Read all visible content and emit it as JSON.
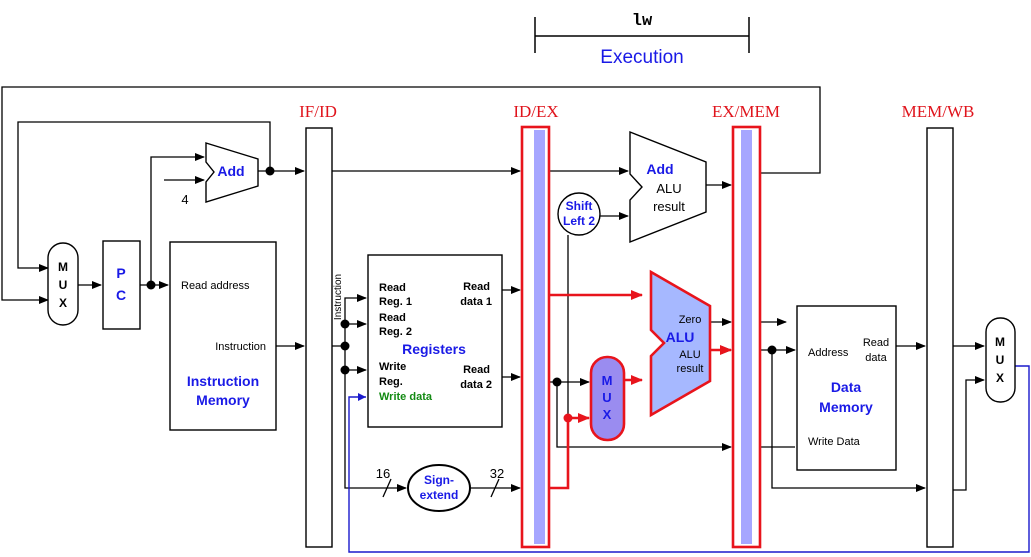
{
  "header": {
    "instruction": "lw",
    "stage": "Execution"
  },
  "registers": {
    "if_id": "IF/ID",
    "id_ex": "ID/EX",
    "ex_mem": "EX/MEM",
    "mem_wb": "MEM/WB"
  },
  "blocks": {
    "mux_label": [
      "M",
      "U",
      "X"
    ],
    "pc": [
      "P",
      "C"
    ],
    "add": "Add",
    "const_four": "4",
    "imem": {
      "read_address": "Read address",
      "instruction": "Instruction",
      "title_line1": "Instruction",
      "title_line2": "Memory"
    },
    "instruction_bus": "Instruction",
    "registers": {
      "read_reg1": [
        "Read",
        "Reg. 1"
      ],
      "read_reg2": [
        "Read",
        "Reg. 2"
      ],
      "write_reg": [
        "Write",
        "Reg."
      ],
      "write_data": "Write data",
      "read_data1": [
        "Read",
        "data 1"
      ],
      "read_data2": [
        "Read",
        "data 2"
      ],
      "title": "Registers"
    },
    "shift_left": [
      "Shift",
      "Left 2"
    ],
    "branch_add": {
      "title": "Add",
      "result": [
        "ALU",
        "result"
      ]
    },
    "alu": {
      "zero": "Zero",
      "title": "ALU",
      "result": [
        "ALU",
        "result"
      ]
    },
    "sign_extend": [
      "Sign-",
      "extend"
    ],
    "bus_in": "16",
    "bus_out": "32",
    "dmem": {
      "address": "Address",
      "read_data": [
        "Read",
        "data"
      ],
      "write_data": "Write Data",
      "title_line1": "Data",
      "title_line2": "Memory"
    }
  },
  "colors": {
    "active": "#e8141c",
    "label_blue": "#1a1ae6",
    "register_fill": "#a6a6ff",
    "mux_fill": "#9a8cf0",
    "alu_fill": "#a6b8ff",
    "write_data_green": "#138a13",
    "stage_red": "#e0141c",
    "writeback_wire": "#1a1acc"
  }
}
